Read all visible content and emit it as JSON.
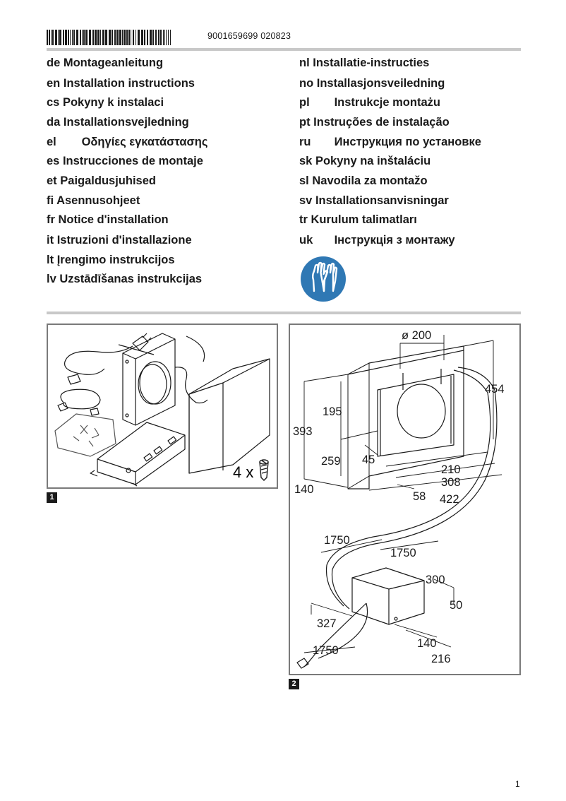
{
  "header": {
    "code": "9001659699 020823"
  },
  "languages_left": [
    {
      "code": "de",
      "title": "Montageanleitung"
    },
    {
      "code": "en",
      "title": "Installation instructions"
    },
    {
      "code": "cs",
      "title": "Pokyny k instalaci"
    },
    {
      "code": "da",
      "title": "Installationsvejledning"
    },
    {
      "code": "el",
      "title": "Οδηγίες εγκατάστασης"
    },
    {
      "code": "es",
      "title": "Instrucciones de montaje"
    },
    {
      "code": "et",
      "title": "Paigaldusjuhised"
    },
    {
      "code": "fi",
      "title": "Asennusohjeet"
    },
    {
      "code": "fr",
      "title": "Notice d'installation"
    },
    {
      "code": "it",
      "title": "Istruzioni d'installazione"
    },
    {
      "code": "lt",
      "title": "Įrengimo instrukcijos"
    },
    {
      "code": "lv",
      "title": "Uzstādīšanas instrukcijas"
    }
  ],
  "languages_right": [
    {
      "code": "nl",
      "title": "Installatie-instructies"
    },
    {
      "code": "no",
      "title": "Installasjonsveiledning"
    },
    {
      "code": "pl",
      "title": "Instrukcje montażu"
    },
    {
      "code": "pt",
      "title": "Instruções de instalação"
    },
    {
      "code": "ru",
      "title": "Инструкция по установке"
    },
    {
      "code": "sk",
      "title": "Pokyny na inštaláciu"
    },
    {
      "code": "sl",
      "title": "Navodila za montažo"
    },
    {
      "code": "sv",
      "title": "Installationsanvisningar"
    },
    {
      "code": "tr",
      "title": "Kurulum talimatları"
    },
    {
      "code": "uk",
      "title": "Інструкція з монтажу"
    }
  ],
  "figure1": {
    "number": "1",
    "screw_count": "4 x"
  },
  "figure2": {
    "number": "2",
    "dims": {
      "diameter": "ø 200",
      "d454": "454",
      "d195": "195",
      "d393": "393",
      "d259": "259",
      "d45": "45",
      "d210": "210",
      "d308": "308",
      "d140a": "140",
      "d58": "58",
      "d422": "422",
      "d1750a": "1750",
      "d1750b": "1750",
      "d300": "300",
      "d50": "50",
      "d327": "327",
      "d140b": "140",
      "d1750c": "1750",
      "d216": "216"
    }
  },
  "footer": {
    "page": "1"
  },
  "colors": {
    "glove_icon": "#2f78b4",
    "rule": "#c8c8c8",
    "frame": "#7a7a7a"
  }
}
